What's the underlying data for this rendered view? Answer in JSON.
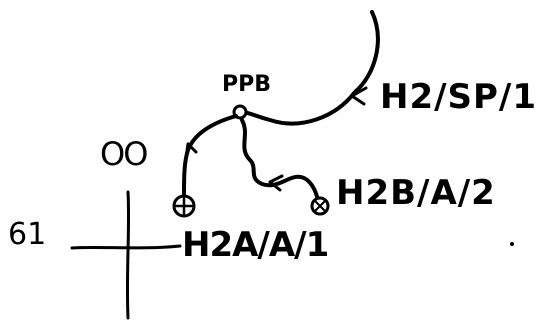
{
  "labels": {
    "ppb": "PPB",
    "h2_sp_1": "H2/SP/1",
    "oo": "OO",
    "h2b_a_2": "H2B/A/2",
    "h2a_a_1": "H2A/A/1",
    "left_mark": "61"
  },
  "colors": {
    "ink": "#000000",
    "paper": "#ffffff"
  }
}
